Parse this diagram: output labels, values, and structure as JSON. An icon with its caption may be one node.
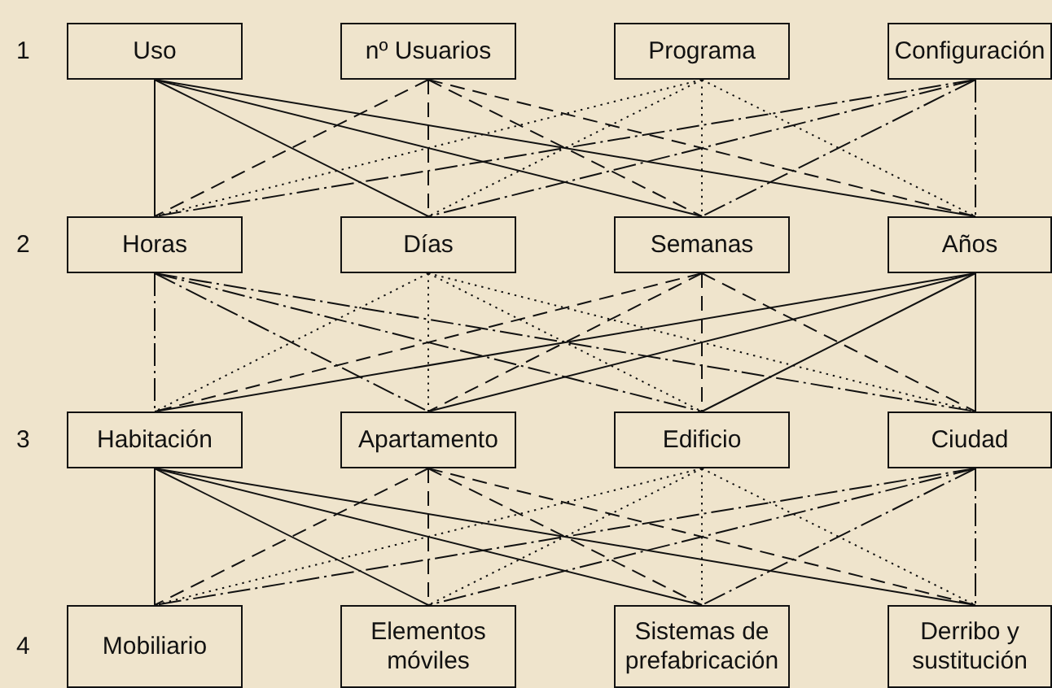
{
  "diagram": {
    "nodes": [
      {
        "text": [
          "Uso"
        ]
      },
      {
        "text": [
          "nº Usuarios"
        ]
      },
      {
        "text": [
          "Programa"
        ]
      },
      {
        "text": [
          "Configuración"
        ]
      },
      {
        "text": [
          "Horas"
        ]
      },
      {
        "text": [
          "Días"
        ]
      },
      {
        "text": [
          "Semanas"
        ]
      },
      {
        "text": [
          "Años"
        ]
      },
      {
        "text": [
          "Habitación"
        ]
      },
      {
        "text": [
          "Apartamento"
        ]
      },
      {
        "text": [
          "Edificio"
        ]
      },
      {
        "text": [
          "Ciudad"
        ]
      },
      {
        "text": [
          "Mobiliario"
        ]
      },
      {
        "text": [
          "Elementos móviles"
        ]
      },
      {
        "text": [
          "Sistemas de prefabricación"
        ]
      },
      {
        "text": [
          "Derribo y sustitución"
        ]
      }
    ],
    "edges": [
      {
        "from": 0,
        "to": 4,
        "arrow": "none"
      },
      {
        "from": 0,
        "to": 5,
        "arrow": "none"
      },
      {
        "from": 0,
        "to": 6,
        "arrow": "none"
      },
      {
        "from": 0,
        "to": 7,
        "arrow": "none"
      },
      {
        "from": 1,
        "to": 4,
        "arrow": "none",
        "style": "dashed"
      },
      {
        "from": 1,
        "to": 5,
        "arrow": "none",
        "style": "dashed"
      },
      {
        "from": 1,
        "to": 6,
        "arrow": "none",
        "style": "dashed"
      },
      {
        "from": 1,
        "to": 7,
        "arrow": "none",
        "style": "dashed"
      },
      {
        "from": 2,
        "to": 4,
        "arrow": "none",
        "style": "dashed"
      },
      {
        "from": 2,
        "to": 5,
        "arrow": "none",
        "style": "dashed"
      },
      {
        "from": 2,
        "to": 6,
        "arrow": "none",
        "style": "dashed"
      },
      {
        "from": 2,
        "to": 7,
        "arrow": "none",
        "style": "dashed"
      },
      {
        "from": 3,
        "to": 4,
        "arrow": "none",
        "style": "dashed"
      },
      {
        "from": 3,
        "to": 5,
        "arrow": "none",
        "style": "dashed"
      },
      {
        "from": 3,
        "to": 6,
        "arrow": "none",
        "style": "dashed"
      },
      {
        "from": 3,
        "to": 7,
        "arrow": "none",
        "style": "dashed"
      },
      {
        "from": 4,
        "to": 8,
        "arrow": "none",
        "style": "dashed"
      },
      {
        "from": 4,
        "to": 9,
        "arrow": "none",
        "style": "dashed"
      },
      {
        "from": 4,
        "to": 10,
        "arrow": "none",
        "style": "dashed"
      },
      {
        "from": 4,
        "to": 11,
        "arrow": "none",
        "style": "dashed"
      },
      {
        "from": 5,
        "to": 8,
        "arrow": "none",
        "style": "dashed"
      },
      {
        "from": 5,
        "to": 9,
        "arrow": "none",
        "style": "dashed"
      },
      {
        "from": 5,
        "to": 10,
        "arrow": "none",
        "style": "dashed"
      },
      {
        "from": 5,
        "to": 11,
        "arrow": "none",
        "style": "dashed"
      },
      {
        "from": 6,
        "to": 8,
        "arrow": "none",
        "style": "dashed"
      },
      {
        "from": 6,
        "to": 9,
        "arrow": "none",
        "style": "dashed"
      },
      {
        "from": 6,
        "to": 10,
        "arrow": "none",
        "style": "dashed"
      },
      {
        "from": 6,
        "to": 11,
        "arrow": "none",
        "style": "dashed"
      },
      {
        "from": 7,
        "to": 8,
        "arrow": "none"
      },
      {
        "from": 7,
        "to": 9,
        "arrow": "none"
      },
      {
        "from": 7,
        "to": 10,
        "arrow": "none"
      },
      {
        "from": 7,
        "to": 11,
        "arrow": "none"
      },
      {
        "from": 8,
        "to": 12,
        "arrow": "none"
      },
      {
        "from": 8,
        "to": 13,
        "arrow": "none"
      },
      {
        "from": 8,
        "to": 14,
        "arrow": "none"
      },
      {
        "from": 8,
        "to": 15,
        "arrow": "none"
      },
      {
        "from": 9,
        "to": 12,
        "arrow": "none",
        "style": "dashed"
      },
      {
        "from": 9,
        "to": 13,
        "arrow": "none",
        "style": "dashed"
      },
      {
        "from": 9,
        "to": 14,
        "arrow": "none",
        "style": "dashed"
      },
      {
        "from": 9,
        "to": 15,
        "arrow": "none",
        "style": "dashed"
      },
      {
        "from": 10,
        "to": 12,
        "arrow": "none",
        "style": "dashed"
      },
      {
        "from": 10,
        "to": 13,
        "arrow": "none",
        "style": "dashed"
      },
      {
        "from": 10,
        "to": 14,
        "arrow": "none",
        "style": "dashed"
      },
      {
        "from": 10,
        "to": 15,
        "arrow": "none",
        "style": "dashed"
      },
      {
        "from": 11,
        "to": 12,
        "arrow": "none",
        "style": "dashed"
      },
      {
        "from": 11,
        "to": 13,
        "arrow": "none",
        "style": "dashed"
      },
      {
        "from": 11,
        "to": 14,
        "arrow": "none",
        "style": "dashed"
      },
      {
        "from": 11,
        "to": 15,
        "arrow": "none",
        "style": "dashed"
      }
    ],
    "labels": [
      "1",
      "2",
      "3",
      "4"
    ]
  }
}
